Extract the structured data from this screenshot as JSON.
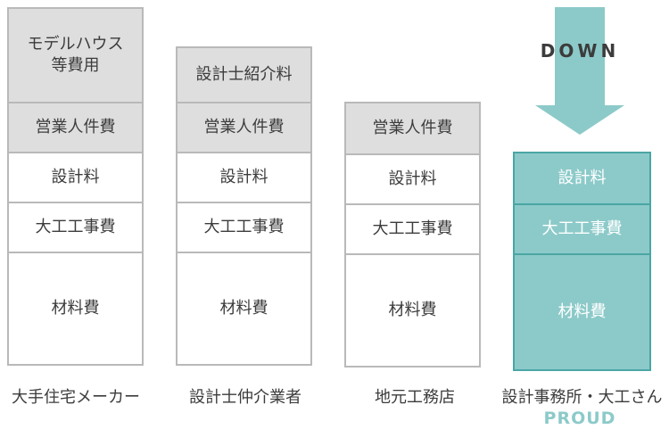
{
  "columns": [
    {
      "label": "大手住宅メーカー",
      "cells": [
        {
          "text": "モデルハウス\n等費用",
          "style": "grey"
        },
        {
          "text": "営業人件費",
          "style": "grey"
        },
        {
          "text": "設計料",
          "style": "white"
        },
        {
          "text": "大工工事費",
          "style": "white"
        },
        {
          "text": "材料費",
          "style": "white"
        }
      ]
    },
    {
      "label": "設計士仲介業者",
      "cells": [
        {
          "text": "設計士紹介料",
          "style": "grey"
        },
        {
          "text": "営業人件費",
          "style": "grey"
        },
        {
          "text": "設計料",
          "style": "white"
        },
        {
          "text": "大工工事費",
          "style": "white"
        },
        {
          "text": "材料費",
          "style": "white"
        }
      ]
    },
    {
      "label": "地元工務店",
      "cells": [
        {
          "text": "営業人件費",
          "style": "grey"
        },
        {
          "text": "設計料",
          "style": "white"
        },
        {
          "text": "大工工事費",
          "style": "white"
        },
        {
          "text": "材料費",
          "style": "white"
        }
      ]
    },
    {
      "label": "設計事務所・大工さん",
      "cells": [
        {
          "text": "設計料",
          "style": "teal"
        },
        {
          "text": "大工工事費",
          "style": "teal"
        },
        {
          "text": "材料費",
          "style": "teal"
        }
      ]
    }
  ],
  "arrow": {
    "label": "DOWN",
    "color": "#8ccac9"
  },
  "highlight": {
    "label": "PROUD",
    "color": "#8ccac9"
  }
}
